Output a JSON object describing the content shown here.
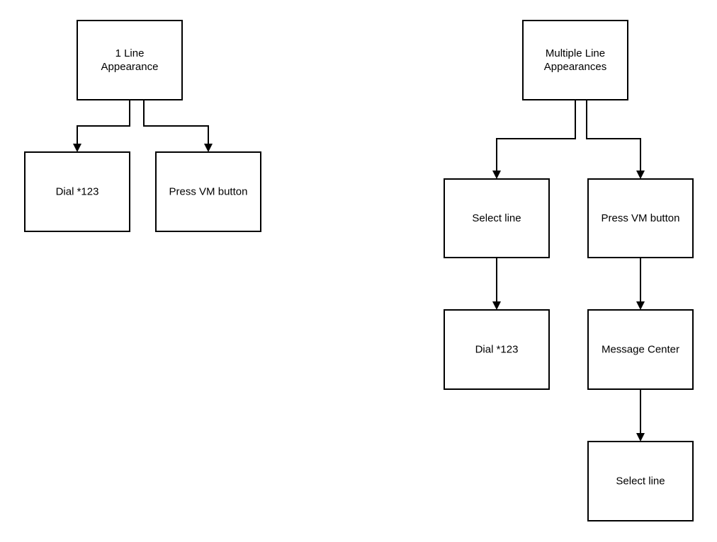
{
  "diagram": {
    "groups": [
      {
        "nodes": [
          {
            "id": "n1",
            "lines": [
              "1 Line",
              "Appearance"
            ]
          },
          {
            "id": "n2",
            "lines": [
              "Dial *123"
            ]
          },
          {
            "id": "n3",
            "lines": [
              "Press VM button"
            ]
          }
        ],
        "edges": [
          {
            "from": "n1",
            "to": "n2"
          },
          {
            "from": "n1",
            "to": "n3"
          }
        ]
      },
      {
        "nodes": [
          {
            "id": "m1",
            "lines": [
              "Multiple Line",
              "Appearances"
            ]
          },
          {
            "id": "m2",
            "lines": [
              "Select line"
            ]
          },
          {
            "id": "m3",
            "lines": [
              "Press VM button"
            ]
          },
          {
            "id": "m4",
            "lines": [
              "Dial *123"
            ]
          },
          {
            "id": "m5",
            "lines": [
              "Message Center"
            ]
          },
          {
            "id": "m6",
            "lines": [
              "Select line"
            ]
          }
        ],
        "edges": [
          {
            "from": "m1",
            "to": "m2"
          },
          {
            "from": "m1",
            "to": "m3"
          },
          {
            "from": "m2",
            "to": "m4"
          },
          {
            "from": "m3",
            "to": "m5"
          },
          {
            "from": "m5",
            "to": "m6"
          }
        ]
      }
    ]
  }
}
